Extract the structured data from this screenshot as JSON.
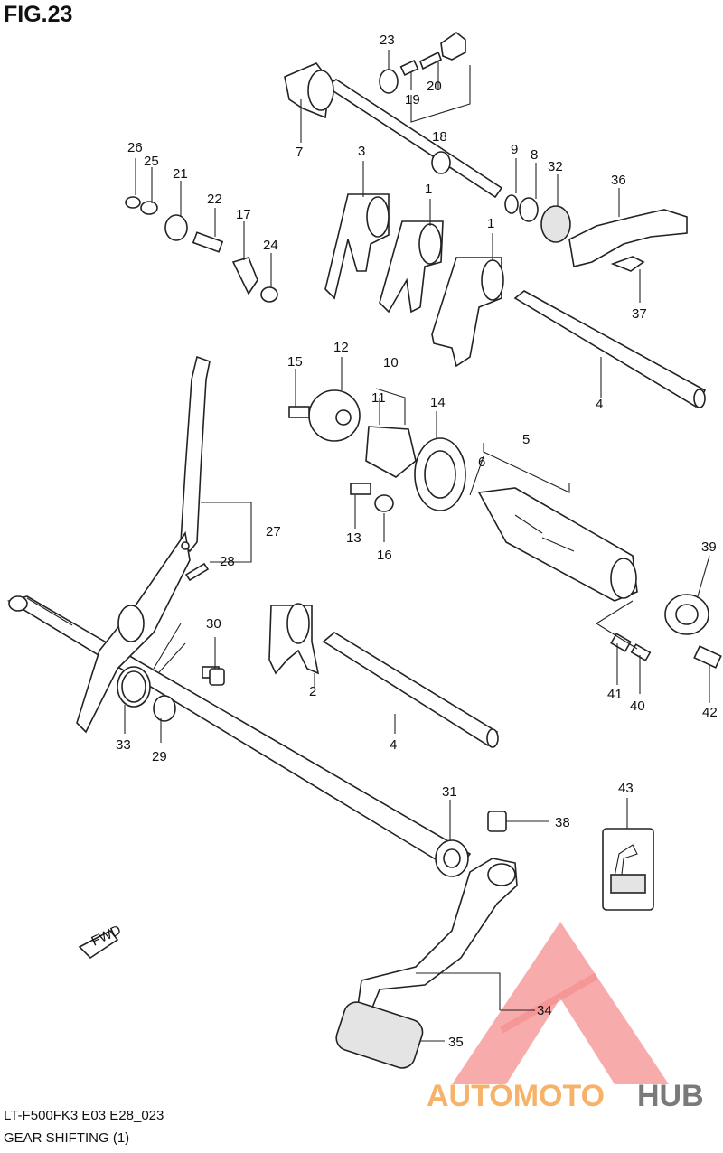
{
  "figure": {
    "title": "FIG.23"
  },
  "footer": {
    "model_code": "LT-F500FK3 E03 E28_023",
    "section_name": "GEAR SHIFTING (1)"
  },
  "fwd_label": "FWD",
  "watermark": {
    "text_part1": "AUTOMOTO",
    "text_part2": "HUB",
    "color_red": "#f47c7c",
    "color_orange": "#f7b26a",
    "color_gray": "#7a7a7a"
  },
  "callouts": [
    "1",
    "1",
    "2",
    "3",
    "4",
    "4",
    "5",
    "6",
    "7",
    "8",
    "9",
    "10",
    "11",
    "12",
    "13",
    "14",
    "15",
    "16",
    "17",
    "18",
    "19",
    "20",
    "21",
    "22",
    "23",
    "24",
    "25",
    "26",
    "27",
    "28",
    "29",
    "30",
    "31",
    "32",
    "33",
    "34",
    "35",
    "36",
    "37",
    "38",
    "39",
    "40",
    "41",
    "42",
    "43"
  ]
}
